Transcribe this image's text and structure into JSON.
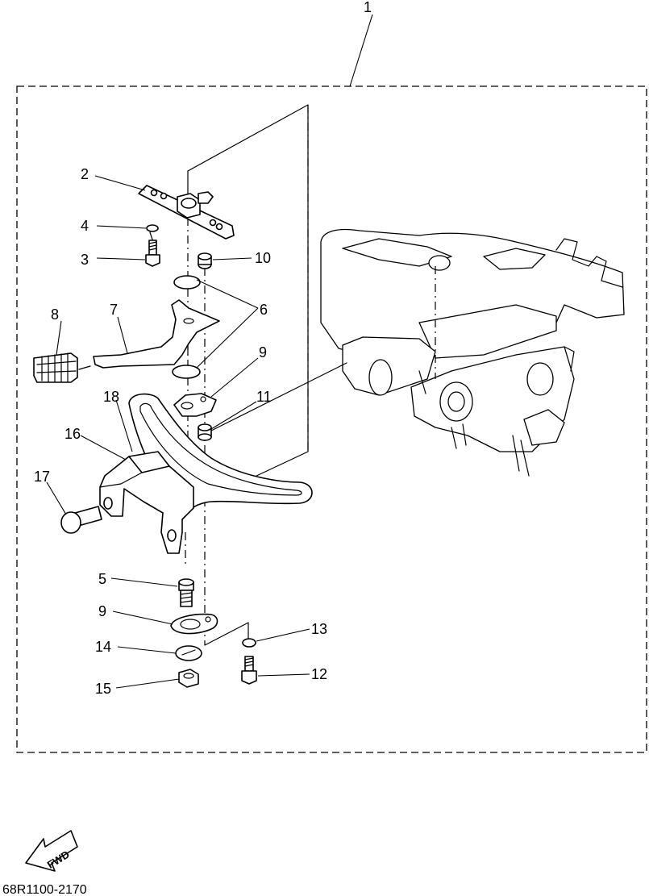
{
  "callouts": {
    "c1": "1",
    "c2": "2",
    "c3": "3",
    "c4": "4",
    "c5": "5",
    "c6": "6",
    "c7": "7",
    "c8": "8",
    "c9a": "9",
    "c9b": "9",
    "c10": "10",
    "c11": "11",
    "c12": "12",
    "c13": "13",
    "c14": "14",
    "c15": "15",
    "c16": "16",
    "c17": "17",
    "c18": "18"
  },
  "fwd_label": "FWD",
  "drawing_code": "68R1100-2170"
}
